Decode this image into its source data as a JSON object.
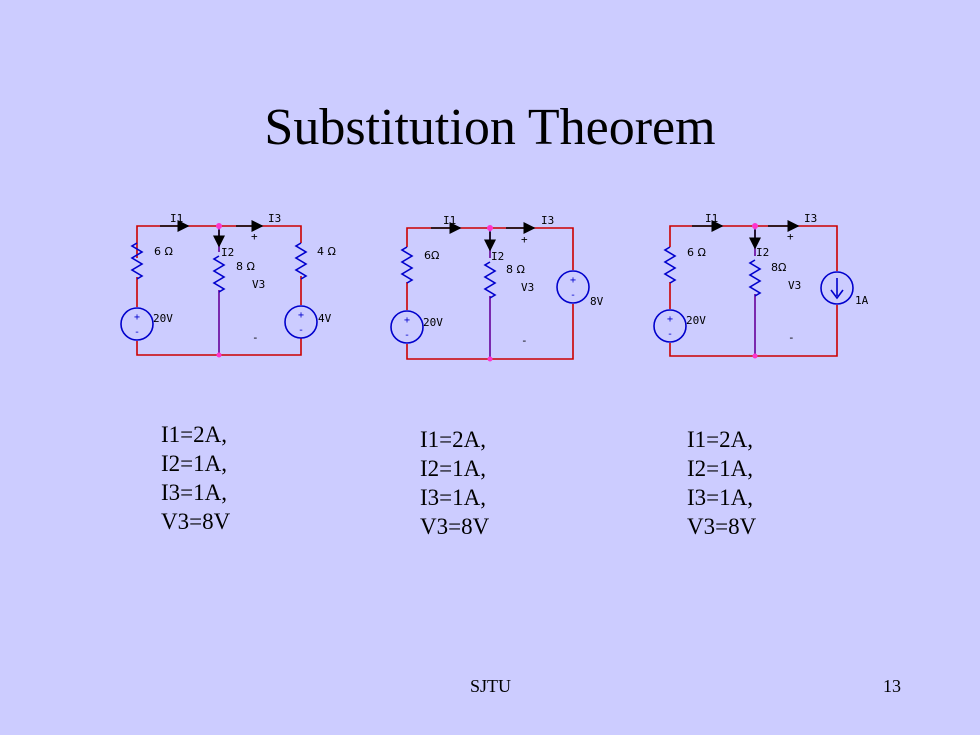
{
  "slide": {
    "title": "Substitution Theorem",
    "footer_left": "SJTU",
    "page_number": "13"
  },
  "colors": {
    "background": "#ccccff",
    "wire": "#cc0000",
    "component": "#0000cc",
    "node": "#ff33cc"
  },
  "circuits": [
    {
      "labels": {
        "i1": "I1",
        "i3": "I3",
        "i2": "I2",
        "r_left": "6 Ω",
        "r_mid": "8 Ω",
        "v3": "V3",
        "plus": "+",
        "minus": "-",
        "source_left": "20V",
        "right_element": "4 Ω",
        "right_source": "4V"
      },
      "results": [
        "I1=2A,",
        "I2=1A,",
        "I3=1A,",
        "V3=8V"
      ]
    },
    {
      "labels": {
        "i1": "I1",
        "i3": "I3",
        "i2": "I2",
        "r_left": "6Ω",
        "r_mid": "8 Ω",
        "v3": "V3",
        "plus": "+",
        "minus": "-",
        "source_left": "20V",
        "right_source": "8V"
      },
      "results": [
        "I1=2A,",
        "I2=1A,",
        "I3=1A,",
        "V3=8V"
      ]
    },
    {
      "labels": {
        "i1": "I1",
        "i3": "I3",
        "i2": "I2",
        "r_left": "6 Ω",
        "r_mid": "8Ω",
        "v3": "V3",
        "plus": "+",
        "minus": "-",
        "source_left": "20V",
        "right_source": "1A"
      },
      "results": [
        "I1=2A,",
        "I2=1A,",
        "I3=1A,",
        "V3=8V"
      ]
    }
  ]
}
